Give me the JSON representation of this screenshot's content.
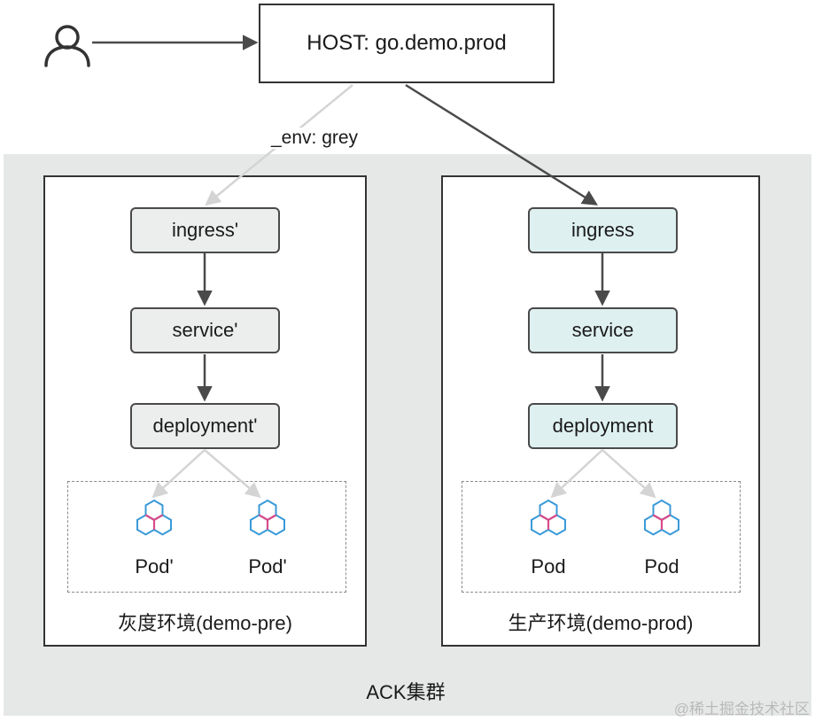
{
  "host_label": "HOST: go.demo.prod",
  "edge_label": "_env: grey",
  "cluster_label": "ACK集群",
  "watermark": "@稀土掘金技术社区",
  "grey_env": {
    "title": "灰度环境(demo-pre)",
    "ingress": "ingress'",
    "service": "service'",
    "deployment": "deployment'",
    "pods": [
      "Pod'",
      "Pod'"
    ]
  },
  "prod_env": {
    "title": "生产环境(demo-prod)",
    "ingress": "ingress",
    "service": "service",
    "deployment": "deployment",
    "pods": [
      "Pod",
      "Pod"
    ]
  },
  "colors": {
    "grey_node_fill": "#eceeed",
    "prod_node_fill": "#dff0f0",
    "cluster_background": "#e6e8e8",
    "grey_route_line": "#d4d4d4",
    "prod_route_line": "#4a4a4a",
    "pod_hex_blue": "#3a9ad9",
    "pod_hex_pink": "#d94a8a"
  },
  "icons": {
    "user": "user-icon",
    "pod": "pod-hexagon-icon"
  }
}
